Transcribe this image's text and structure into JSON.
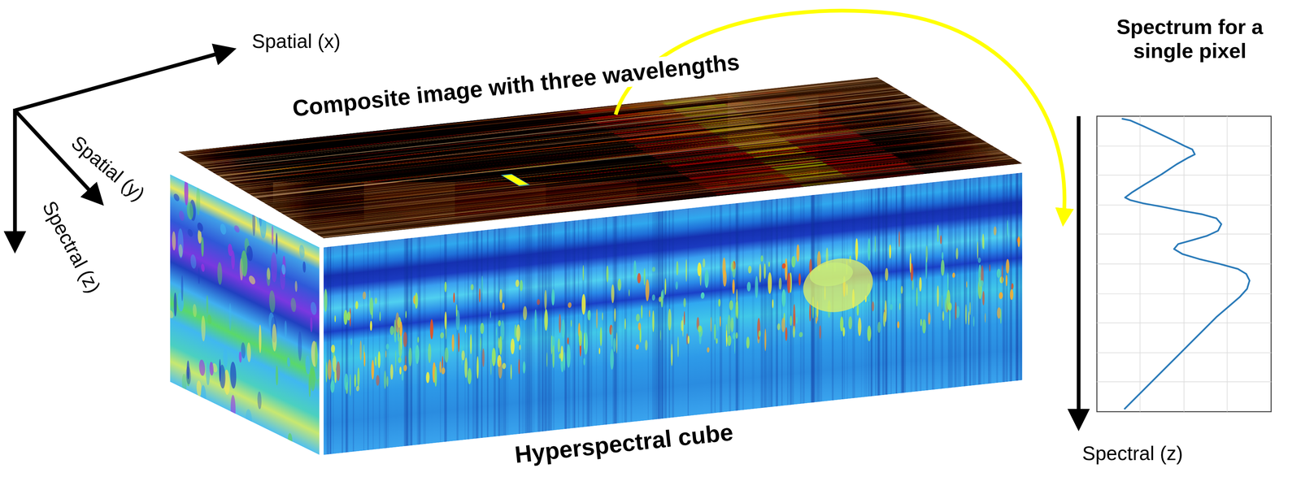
{
  "diagram": {
    "labels": [
      "Spatial (x)",
      "Spatial (y)",
      "Spectral (z)",
      "Composite image with three wavelengths",
      "Hyperspectral cube",
      "Spectrum for a single pixel",
      "Spectral (z)"
    ]
  }
}
